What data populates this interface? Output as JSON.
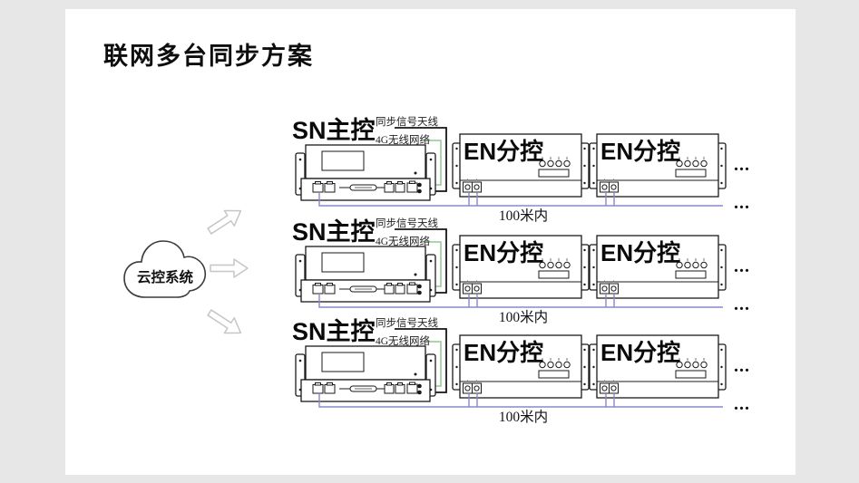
{
  "slide": {
    "title": "联网多台同步方案"
  },
  "cloud": {
    "label": "云控系统"
  },
  "rows": [
    {
      "master_label": "SN主控",
      "antenna_label": "同步信号天线",
      "network_label": "4G无线网络",
      "slave1_label": "EN分控",
      "slave2_label": "EN分控",
      "distance_label": "100米内",
      "ellipsis_device": "...",
      "ellipsis_wire": "..."
    },
    {
      "master_label": "SN主控",
      "antenna_label": "同步信号天线",
      "network_label": "4G无线网络",
      "slave1_label": "EN分控",
      "slave2_label": "EN分控",
      "distance_label": "100米内",
      "ellipsis_device": "...",
      "ellipsis_wire": "..."
    },
    {
      "master_label": "SN主控",
      "antenna_label": "同步信号天线",
      "network_label": "4G无线网络",
      "slave1_label": "EN分控",
      "slave2_label": "EN分控",
      "distance_label": "100米内",
      "ellipsis_device": "...",
      "ellipsis_wire": "..."
    }
  ],
  "colors": {
    "background": "#e7e7e7",
    "surface": "#ffffff",
    "wire": "#8888cc",
    "network_line": "#94c894",
    "arrow_outline": "#c6c6c6",
    "device_outline": "#1a1a1a"
  }
}
